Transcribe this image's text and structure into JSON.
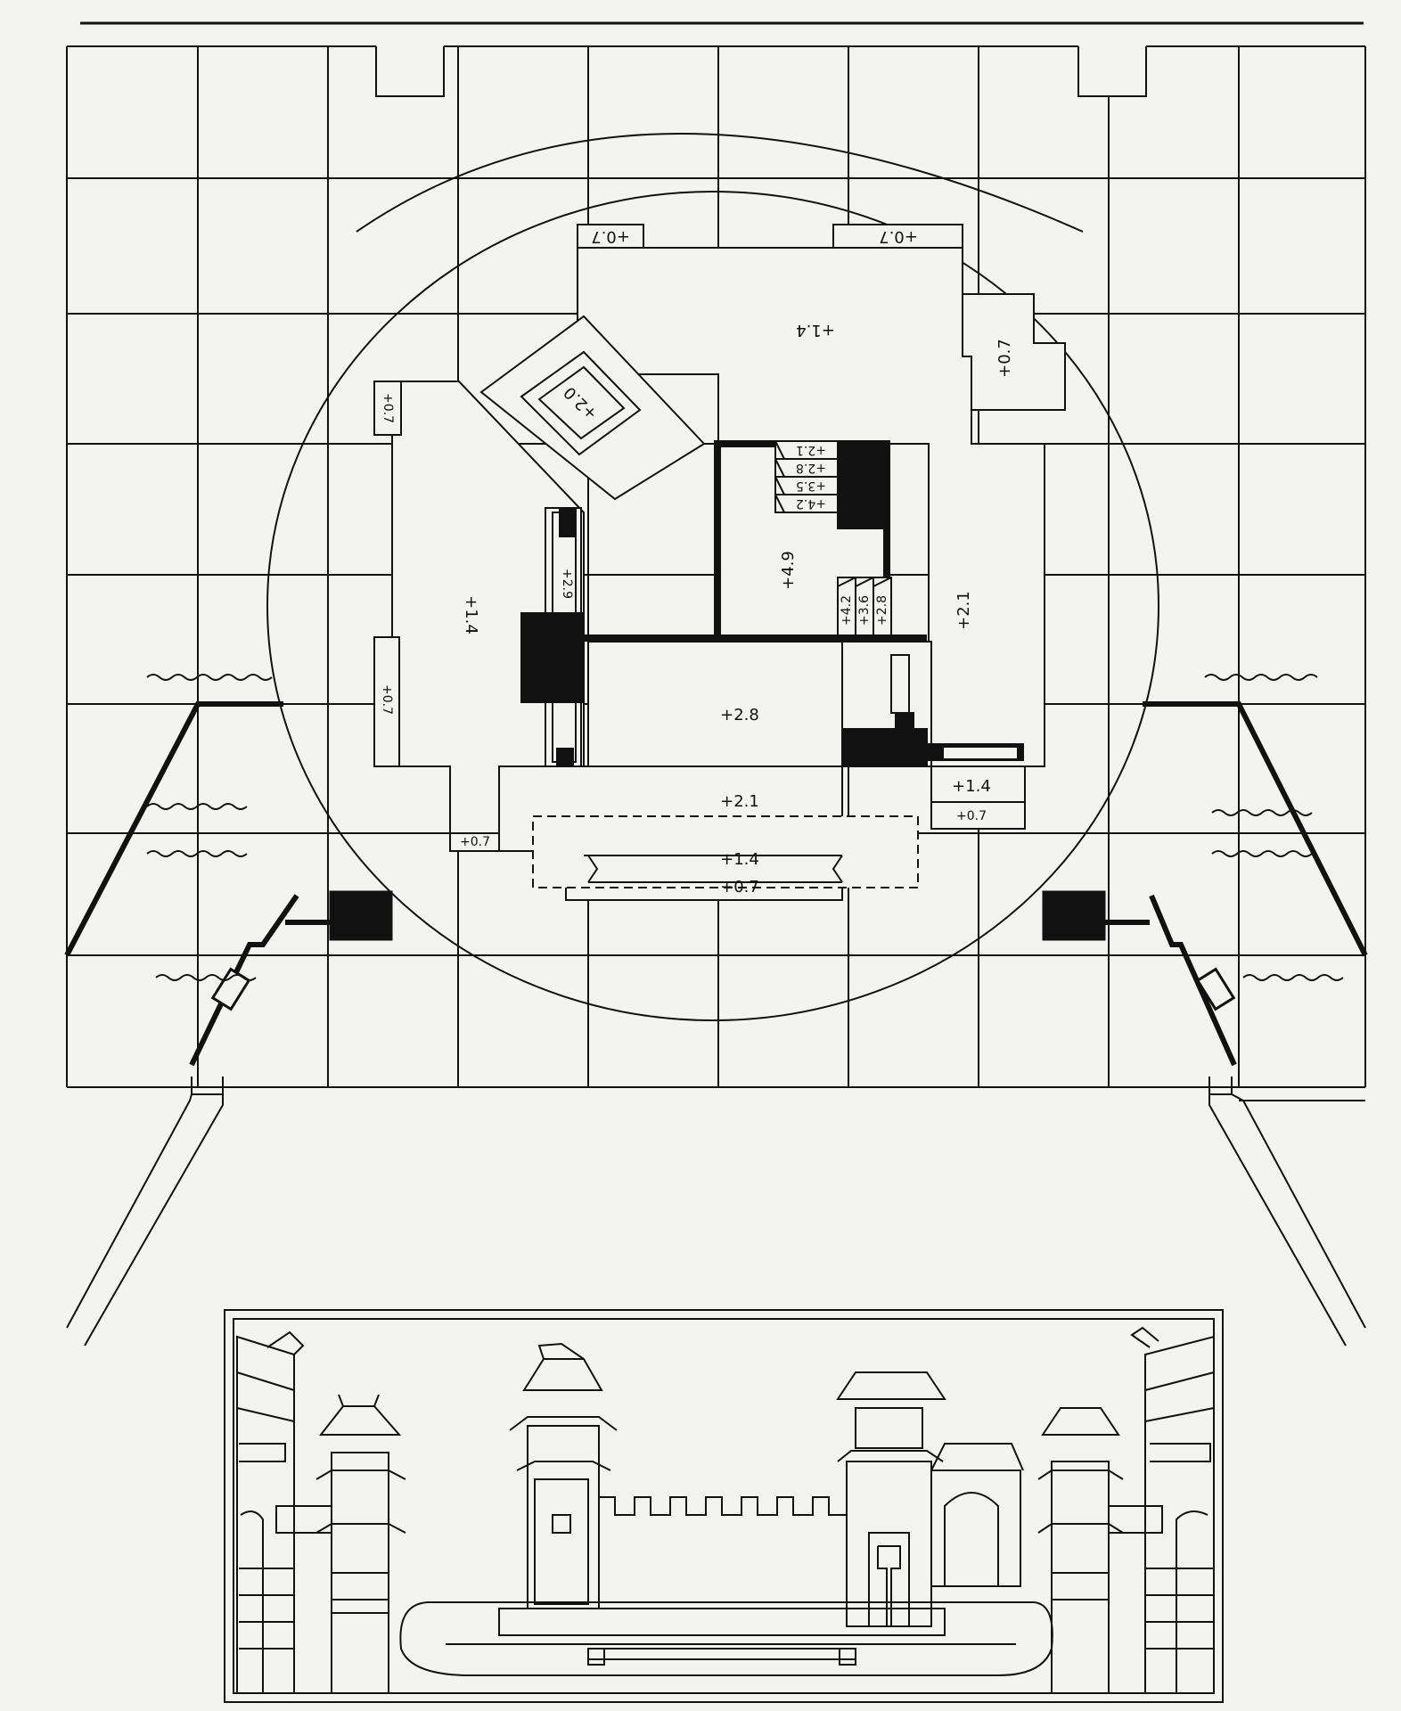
{
  "diagram": {
    "type": "stage-plan-and-elevation",
    "height_labels": {
      "upper_left_platform": "+0.7",
      "upper_right_platform": "+0.7",
      "upper_main_level": "+1.4",
      "right_step_box": "+0.7",
      "diamond_block": "+2.0",
      "left_top_box": "+0.7",
      "left_main_level": "+1.4",
      "left_side_box": "+0.7",
      "left_narrow_strip": "+2.9",
      "central_tower": "+4.9",
      "stair_top_1": "+2.1",
      "stair_top_2": "+2.8",
      "stair_top_3": "+3.5",
      "stair_top_4": "+4.2",
      "stair_mid_1": "+4.2",
      "stair_mid_2": "+3.6",
      "stair_mid_3": "+2.8",
      "right_main_level": "+2.1",
      "center_level": "+2.8",
      "right_small_upper": "+1.4",
      "right_small_lower": "+0.7",
      "front_level_1": "+2.1",
      "front_level_2": "+1.4",
      "front_level_3": "+0.7",
      "front_left_corner": "+0.7"
    },
    "colors": {
      "ink": "#111111",
      "paper": "#f3f3f1"
    }
  }
}
